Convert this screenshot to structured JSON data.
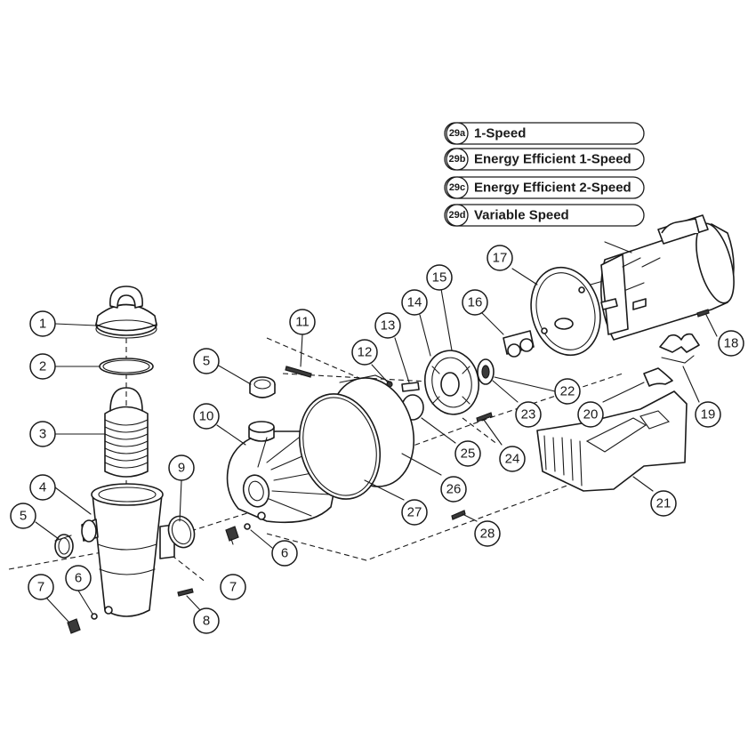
{
  "legend": [
    {
      "code": "29a",
      "label": "1-Speed"
    },
    {
      "code": "29b",
      "label": "Energy Efficient 1-Speed"
    },
    {
      "code": "29c",
      "label": "Energy Efficient 2-Speed"
    },
    {
      "code": "29d",
      "label": "Variable Speed"
    }
  ],
  "callouts": [
    "1",
    "2",
    "3",
    "4",
    "5",
    "5",
    "6",
    "6",
    "7",
    "7",
    "8",
    "9",
    "10",
    "11",
    "12",
    "13",
    "14",
    "15",
    "16",
    "17",
    "18",
    "19",
    "20",
    "21",
    "22",
    "23",
    "24",
    "25",
    "26",
    "27",
    "28"
  ]
}
